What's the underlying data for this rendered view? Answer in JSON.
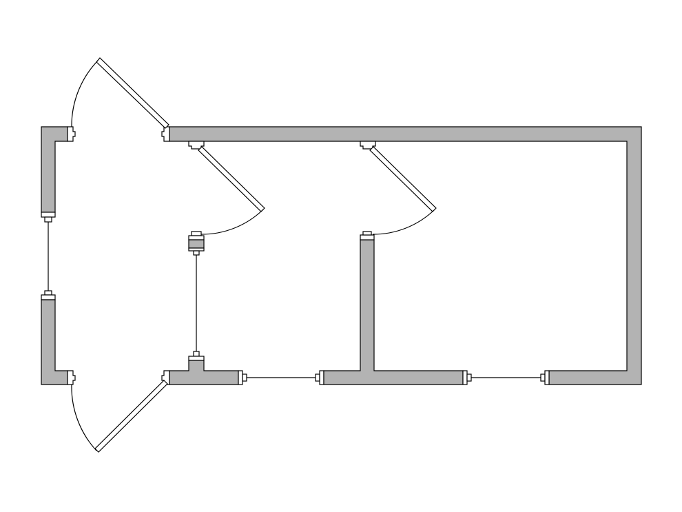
{
  "diagram": {
    "type": "floor-plan",
    "colors": {
      "wall": "#b3b3b3",
      "line": "#000000",
      "background": "#ffffff"
    },
    "rooms": 3,
    "doors": 4,
    "windows": 4
  }
}
